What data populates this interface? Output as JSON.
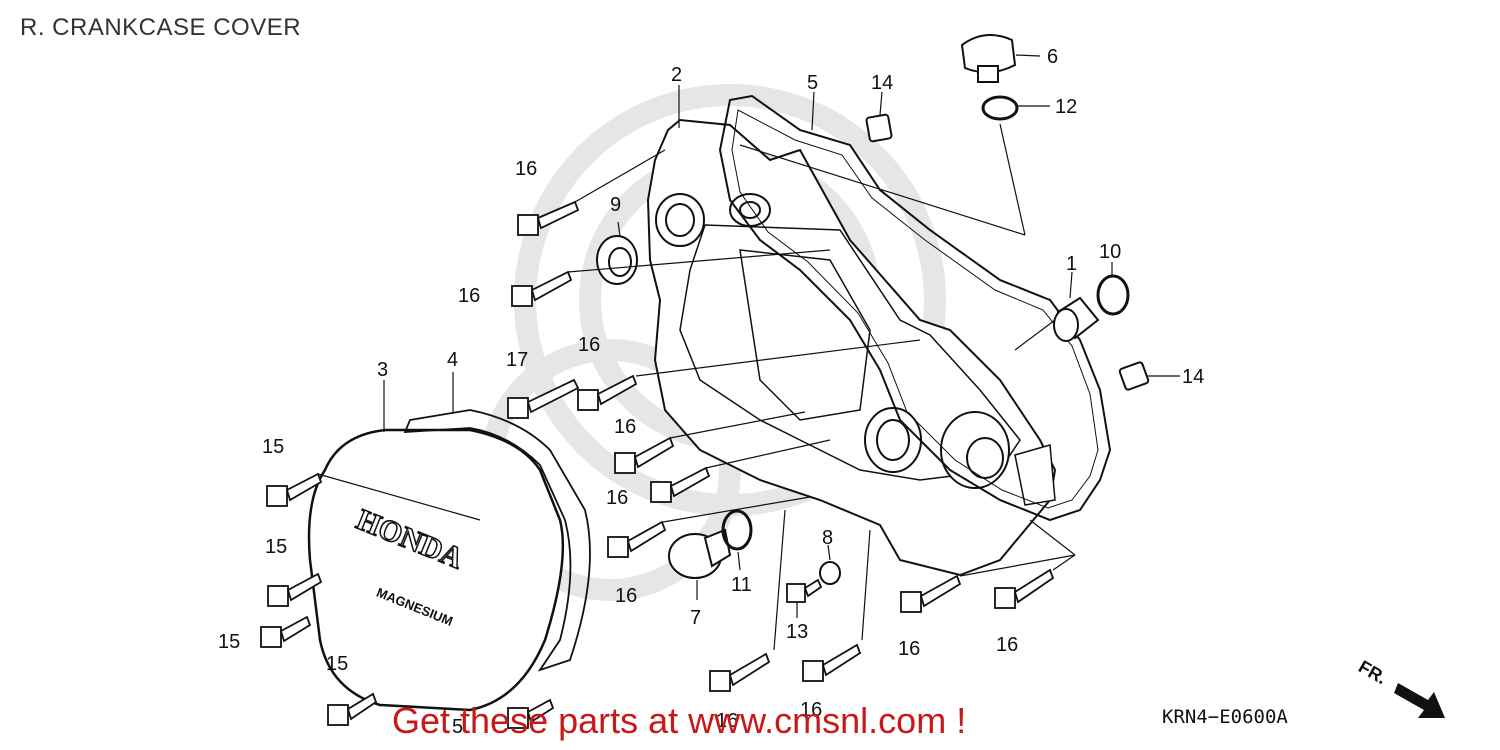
{
  "title": "R. CRANKCASE COVER",
  "diagram_code": "KRN4−E0600A",
  "promo_text": "Get these parts at www.cmsnl.com !",
  "front_marker": "FR.",
  "cover_brand": "HONDA",
  "cover_sub": "MAGNESIUM",
  "colors": {
    "promo": "#c81818",
    "line": "#111111",
    "watermark": "#e6e6e6"
  },
  "callouts": [
    "2",
    "5",
    "14",
    "6",
    "12",
    "16",
    "9",
    "16",
    "10",
    "1",
    "17",
    "16",
    "14",
    "3",
    "4",
    "15",
    "16",
    "15",
    "16",
    "8",
    "15",
    "16",
    "7",
    "11",
    "13",
    "16",
    "16",
    "15",
    "16",
    "5",
    "16"
  ]
}
